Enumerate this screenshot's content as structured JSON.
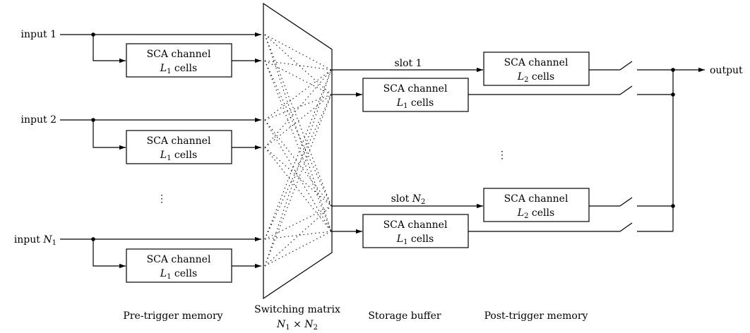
{
  "inputs": [
    {
      "label": "input 1",
      "sub": ""
    },
    {
      "label": "input 2",
      "sub": ""
    },
    {
      "label": "input N",
      "sub": "1"
    }
  ],
  "sca_box": {
    "line1": "SCA channel",
    "l1": "L",
    "l1_sub": "1",
    "l2": "L",
    "l2_sub": "2",
    "cells": " cells"
  },
  "slots": [
    {
      "label": "slot 1",
      "sub": ""
    },
    {
      "label": "slot N",
      "sub": "2"
    }
  ],
  "output_label": "output",
  "ellipsis": "⋮",
  "section_labels": {
    "pretrigger": "Pre-trigger memory",
    "switching": "Switching matrix",
    "switching_dim": "N",
    "switching_dim_sub1": "1",
    "switching_times": " × N",
    "switching_dim_sub2": "2",
    "storage": "Storage buffer",
    "posttrigger": "Post-trigger memory"
  }
}
